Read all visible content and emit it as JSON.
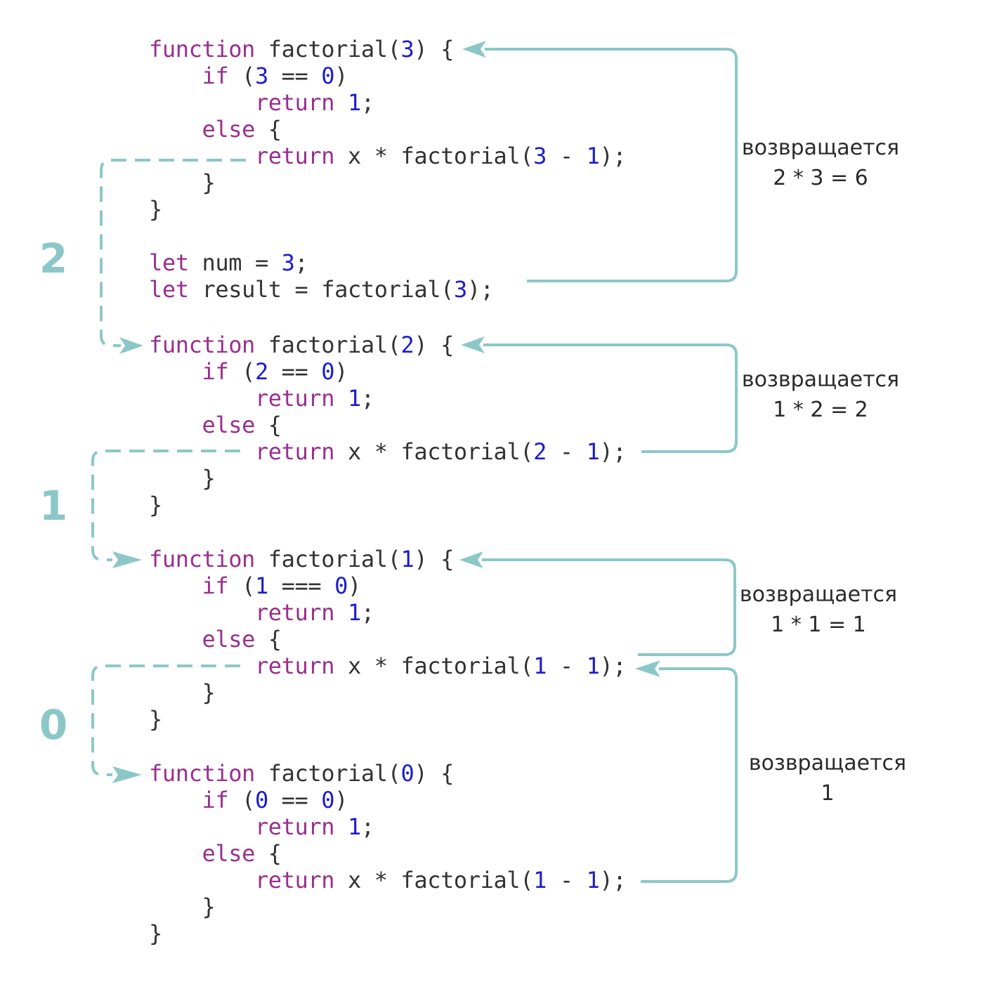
{
  "code_blocks": [
    {
      "id": "block-factorial-3",
      "lines": [
        [
          [
            "kw",
            "function"
          ],
          [
            "t",
            " factorial("
          ],
          [
            "num",
            "3"
          ],
          [
            "t",
            ") {"
          ]
        ],
        [
          [
            "t",
            "    "
          ],
          [
            "kw",
            "if"
          ],
          [
            "t",
            " ("
          ],
          [
            "num",
            "3"
          ],
          [
            "t",
            " == "
          ],
          [
            "num",
            "0"
          ],
          [
            "t",
            ")"
          ]
        ],
        [
          [
            "t",
            "        "
          ],
          [
            "kw",
            "return"
          ],
          [
            "t",
            " "
          ],
          [
            "num",
            "1"
          ],
          [
            "t",
            ";"
          ]
        ],
        [
          [
            "t",
            "    "
          ],
          [
            "kw",
            "else"
          ],
          [
            "t",
            " {"
          ]
        ],
        [
          [
            "t",
            "        "
          ],
          [
            "kw",
            "return"
          ],
          [
            "t",
            " x * factorial("
          ],
          [
            "num",
            "3"
          ],
          [
            "t",
            " - "
          ],
          [
            "num",
            "1"
          ],
          [
            "t",
            ");"
          ]
        ],
        [
          [
            "t",
            "    }"
          ]
        ],
        [
          [
            "t",
            "}"
          ]
        ],
        [
          [
            "t",
            ""
          ]
        ],
        [
          [
            "kw",
            "let"
          ],
          [
            "t",
            " num = "
          ],
          [
            "num",
            "3"
          ],
          [
            "t",
            ";"
          ]
        ],
        [
          [
            "kw",
            "let"
          ],
          [
            "t",
            " result = factorial("
          ],
          [
            "num",
            "3"
          ],
          [
            "t",
            ");"
          ]
        ]
      ]
    },
    {
      "id": "block-factorial-2",
      "lines": [
        [
          [
            "kw",
            "function"
          ],
          [
            "t",
            " factorial("
          ],
          [
            "num",
            "2"
          ],
          [
            "t",
            ") {"
          ]
        ],
        [
          [
            "t",
            "    "
          ],
          [
            "kw",
            "if"
          ],
          [
            "t",
            " ("
          ],
          [
            "num",
            "2"
          ],
          [
            "t",
            " == "
          ],
          [
            "num",
            "0"
          ],
          [
            "t",
            ")"
          ]
        ],
        [
          [
            "t",
            "        "
          ],
          [
            "kw",
            "return"
          ],
          [
            "t",
            " "
          ],
          [
            "num",
            "1"
          ],
          [
            "t",
            ";"
          ]
        ],
        [
          [
            "t",
            "    "
          ],
          [
            "kw",
            "else"
          ],
          [
            "t",
            " {"
          ]
        ],
        [
          [
            "t",
            "        "
          ],
          [
            "kw",
            "return"
          ],
          [
            "t",
            " x * factorial("
          ],
          [
            "num",
            "2"
          ],
          [
            "t",
            " - "
          ],
          [
            "num",
            "1"
          ],
          [
            "t",
            ");"
          ]
        ],
        [
          [
            "t",
            "    }"
          ]
        ],
        [
          [
            "t",
            "}"
          ]
        ]
      ]
    },
    {
      "id": "block-factorial-1",
      "lines": [
        [
          [
            "kw",
            "function"
          ],
          [
            "t",
            " factorial("
          ],
          [
            "num",
            "1"
          ],
          [
            "t",
            ") {"
          ]
        ],
        [
          [
            "t",
            "    "
          ],
          [
            "kw",
            "if"
          ],
          [
            "t",
            " ("
          ],
          [
            "num",
            "1"
          ],
          [
            "t",
            " === "
          ],
          [
            "num",
            "0"
          ],
          [
            "t",
            ")"
          ]
        ],
        [
          [
            "t",
            "        "
          ],
          [
            "kw",
            "return"
          ],
          [
            "t",
            " "
          ],
          [
            "num",
            "1"
          ],
          [
            "t",
            ";"
          ]
        ],
        [
          [
            "t",
            "    "
          ],
          [
            "kw",
            "else"
          ],
          [
            "t",
            " {"
          ]
        ],
        [
          [
            "t",
            "        "
          ],
          [
            "kw",
            "return"
          ],
          [
            "t",
            " x * factorial("
          ],
          [
            "num",
            "1"
          ],
          [
            "t",
            " - "
          ],
          [
            "num",
            "1"
          ],
          [
            "t",
            ");"
          ]
        ],
        [
          [
            "t",
            "    }"
          ]
        ],
        [
          [
            "t",
            "}"
          ]
        ]
      ]
    },
    {
      "id": "block-factorial-0",
      "lines": [
        [
          [
            "kw",
            "function"
          ],
          [
            "t",
            " factorial("
          ],
          [
            "num",
            "0"
          ],
          [
            "t",
            ") {"
          ]
        ],
        [
          [
            "t",
            "    "
          ],
          [
            "kw",
            "if"
          ],
          [
            "t",
            " ("
          ],
          [
            "num",
            "0"
          ],
          [
            "t",
            " == "
          ],
          [
            "num",
            "0"
          ],
          [
            "t",
            ")"
          ]
        ],
        [
          [
            "t",
            "        "
          ],
          [
            "kw",
            "return"
          ],
          [
            "t",
            " "
          ],
          [
            "num",
            "1"
          ],
          [
            "t",
            ";"
          ]
        ],
        [
          [
            "t",
            "    "
          ],
          [
            "kw",
            "else"
          ],
          [
            "t",
            " {"
          ]
        ],
        [
          [
            "t",
            "        "
          ],
          [
            "kw",
            "return"
          ],
          [
            "t",
            " x * factorial("
          ],
          [
            "num",
            "1"
          ],
          [
            "t",
            " - "
          ],
          [
            "num",
            "1"
          ],
          [
            "t",
            ");"
          ]
        ],
        [
          [
            "t",
            "    }"
          ]
        ],
        [
          [
            "t",
            "}"
          ]
        ]
      ]
    }
  ],
  "annotations": [
    {
      "label": "возвращается",
      "value": "2 * 3 = 6"
    },
    {
      "label": "возвращается",
      "value": "1 * 2 = 2"
    },
    {
      "label": "возвращается",
      "value": "1 * 1 = 1"
    },
    {
      "label": "возвращается",
      "value": "1"
    }
  ],
  "depth_labels": [
    "2",
    "1",
    "0"
  ],
  "colors": {
    "keyword": "#9a2f8f",
    "number": "#1c1ccf",
    "text": "#333333",
    "arrow": "#8cc7c8"
  }
}
